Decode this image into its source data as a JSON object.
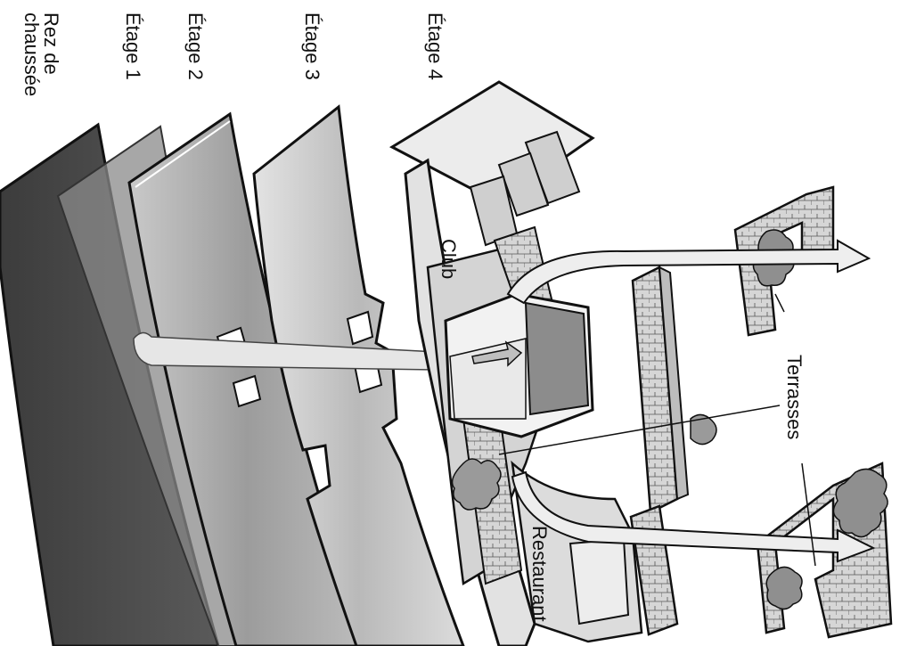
{
  "labels": {
    "rez_line1": "Rez de",
    "rez_line2": "chaussée",
    "etage1": "Étage 1",
    "etage2": "Étage 2",
    "etage3": "Étage 3",
    "etage4": "Étage 4",
    "club": "Club",
    "terrasses": "Terrasses",
    "restaurant": "Restaurant"
  },
  "colors": {
    "rez": "#4a4a4a",
    "etage1": "#7a7a7a",
    "etage2": "#b3b3b3",
    "etage3": "#c8c8c8",
    "structure": "#d9d9d9",
    "outline": "#111111",
    "foliage": "#8a8a8a"
  }
}
